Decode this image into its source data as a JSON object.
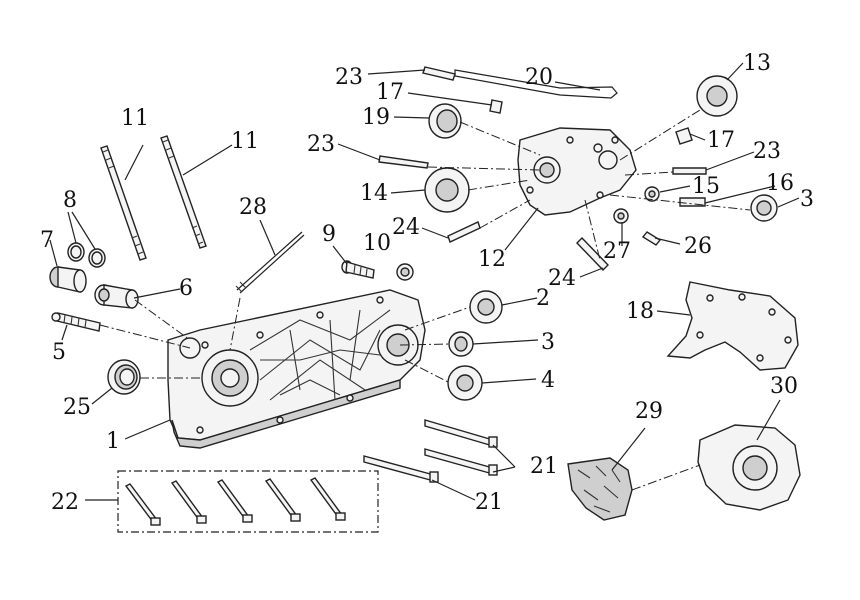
{
  "diagram": {
    "colors": {
      "ink": "#222222",
      "paper": "#ffffff",
      "metal": "#f4f4f4",
      "shade": "#cfcfcf"
    },
    "callouts": [
      {
        "id": "c1",
        "label": "1"
      },
      {
        "id": "c2",
        "label": "2"
      },
      {
        "id": "c3a",
        "label": "3"
      },
      {
        "id": "c3b",
        "label": "3"
      },
      {
        "id": "c4",
        "label": "4"
      },
      {
        "id": "c5",
        "label": "5"
      },
      {
        "id": "c6",
        "label": "6"
      },
      {
        "id": "c7",
        "label": "7"
      },
      {
        "id": "c8",
        "label": "8"
      },
      {
        "id": "c9",
        "label": "9"
      },
      {
        "id": "c10",
        "label": "10"
      },
      {
        "id": "c11a",
        "label": "11"
      },
      {
        "id": "c11b",
        "label": "11"
      },
      {
        "id": "c12",
        "label": "12"
      },
      {
        "id": "c13",
        "label": "13"
      },
      {
        "id": "c14",
        "label": "14"
      },
      {
        "id": "c15",
        "label": "15"
      },
      {
        "id": "c16",
        "label": "16"
      },
      {
        "id": "c17a",
        "label": "17"
      },
      {
        "id": "c17b",
        "label": "17"
      },
      {
        "id": "c18",
        "label": "18"
      },
      {
        "id": "c19",
        "label": "19"
      },
      {
        "id": "c20",
        "label": "20"
      },
      {
        "id": "c21a",
        "label": "21"
      },
      {
        "id": "c21b",
        "label": "21"
      },
      {
        "id": "c22",
        "label": "22"
      },
      {
        "id": "c23a",
        "label": "23"
      },
      {
        "id": "c23b",
        "label": "23"
      },
      {
        "id": "c23c",
        "label": "23"
      },
      {
        "id": "c24a",
        "label": "24"
      },
      {
        "id": "c24b",
        "label": "24"
      },
      {
        "id": "c25",
        "label": "25"
      },
      {
        "id": "c26",
        "label": "26"
      },
      {
        "id": "c27",
        "label": "27"
      },
      {
        "id": "c28",
        "label": "28"
      },
      {
        "id": "c29",
        "label": "29"
      },
      {
        "id": "c30",
        "label": "30"
      }
    ]
  }
}
